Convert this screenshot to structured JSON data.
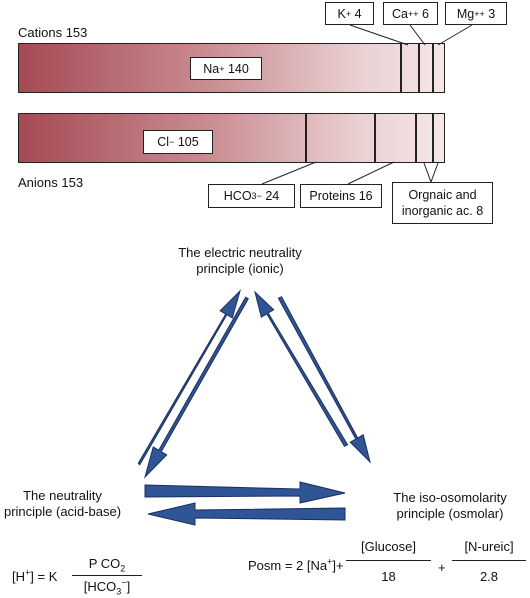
{
  "cations": {
    "label": "Cations 153",
    "na": {
      "symbol": "Na",
      "charge": "+",
      "value": "140"
    },
    "k": {
      "symbol": "K",
      "charge": "+",
      "value": "4"
    },
    "ca": {
      "symbol": "Ca",
      "charge": "++",
      "value": "6"
    },
    "mg": {
      "symbol": "Mg",
      "charge": "++",
      "value": "3"
    }
  },
  "anions": {
    "label": "Anions 153",
    "cl": {
      "symbol": "Cl",
      "charge": "−",
      "value": "105"
    },
    "hco3": {
      "prefix": "HCO",
      "sub": "3",
      "charge": "−",
      "value": "24"
    },
    "proteins": "Proteins 16",
    "organic": "Orgnaic and inorganic ac. 8"
  },
  "principles": {
    "electric": "The electric neutrality principle (ionic)",
    "neutrality": "The neutrality principle (acid-base)",
    "iso": "The iso-osomolarity principle (osmolar)"
  },
  "colors": {
    "arrow_fill": "#2f5597",
    "arrow_stroke": "#1b2f5c",
    "bar_dark": "#a64a55",
    "bar_light": "#f4e6e7"
  },
  "formula_h": {
    "lhs_pre": "[H",
    "lhs_sup": "+",
    "lhs_post": "] = K",
    "num_pre": "P CO",
    "num_sub": "2",
    "den_pre": "[HCO",
    "den_sub": "3",
    "den_sup": "−",
    "den_post": "]"
  },
  "formula_osm": {
    "lhs": "Posm = 2 [Na",
    "lhs_sup": "+",
    "lhs_post": "]+",
    "glucose": "[Glucose]",
    "glucose_den": "18",
    "plus": "+",
    "urea": "[N-ureic]",
    "urea_den": "2.8"
  }
}
